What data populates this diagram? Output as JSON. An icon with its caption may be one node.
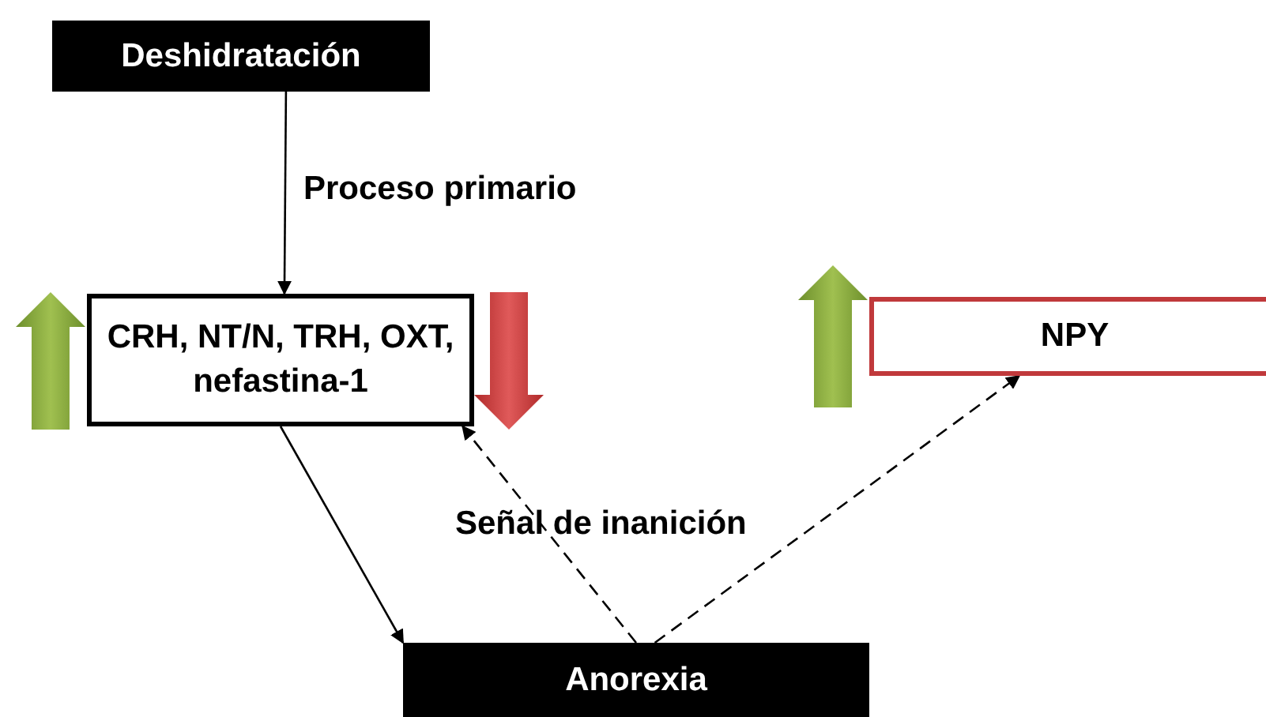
{
  "diagram": {
    "nodes": [
      {
        "text": [
          "Deshidratación"
        ]
      },
      {
        "text": [
          "CRH, NT/N, TRH, OXT, nefastina-1"
        ]
      },
      {
        "text": [
          "NPY"
        ]
      },
      {
        "text": [
          "Anorexia"
        ]
      }
    ],
    "edges": [
      {
        "from": 0,
        "to": 1,
        "arrow": "to",
        "label": "Proceso primario"
      },
      {
        "from": 1,
        "to": 3,
        "arrow": "to"
      },
      {
        "from": 3,
        "to": 1,
        "arrow": "to",
        "style": "dashed"
      },
      {
        "from": 3,
        "to": 2,
        "arrow": "to",
        "style": "dashed"
      }
    ],
    "labels": [
      "Señal de inanición"
    ]
  }
}
